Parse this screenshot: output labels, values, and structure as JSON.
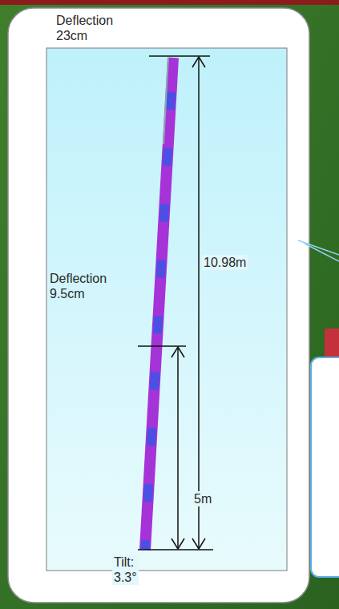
{
  "diagram": {
    "labels": [
      "Deflection 23cm",
      "10.98m",
      "Deflection 9.5cm",
      "5m",
      "Tilt: 3.3°"
    ]
  }
}
